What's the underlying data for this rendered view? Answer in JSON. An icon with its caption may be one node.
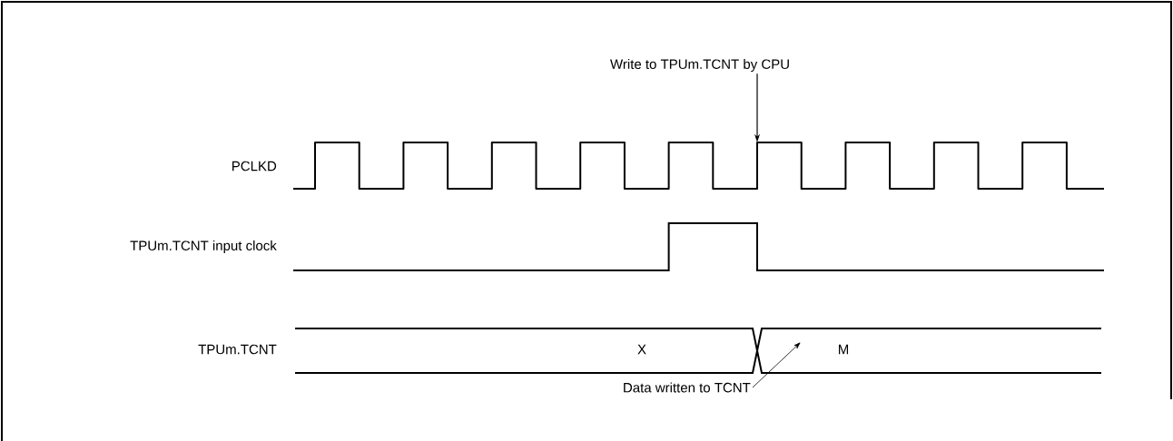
{
  "diagram": {
    "nodes": [
      {
        "text": [
          "Write to TPUm.TCNT by CPU"
        ]
      },
      {
        "text": [
          "Data written to TCNT"
        ]
      },
      {
        "text": [],
        "shape": "waveform"
      }
    ],
    "edges": [
      {
        "from": 0,
        "to": 2,
        "arrow": "to"
      },
      {
        "from": 1,
        "to": null,
        "arrow": "to"
      }
    ],
    "labels": [
      "PCLKD",
      "TPUm.TCNT input clock",
      "TPUm.TCNT",
      "X",
      "M"
    ]
  }
}
